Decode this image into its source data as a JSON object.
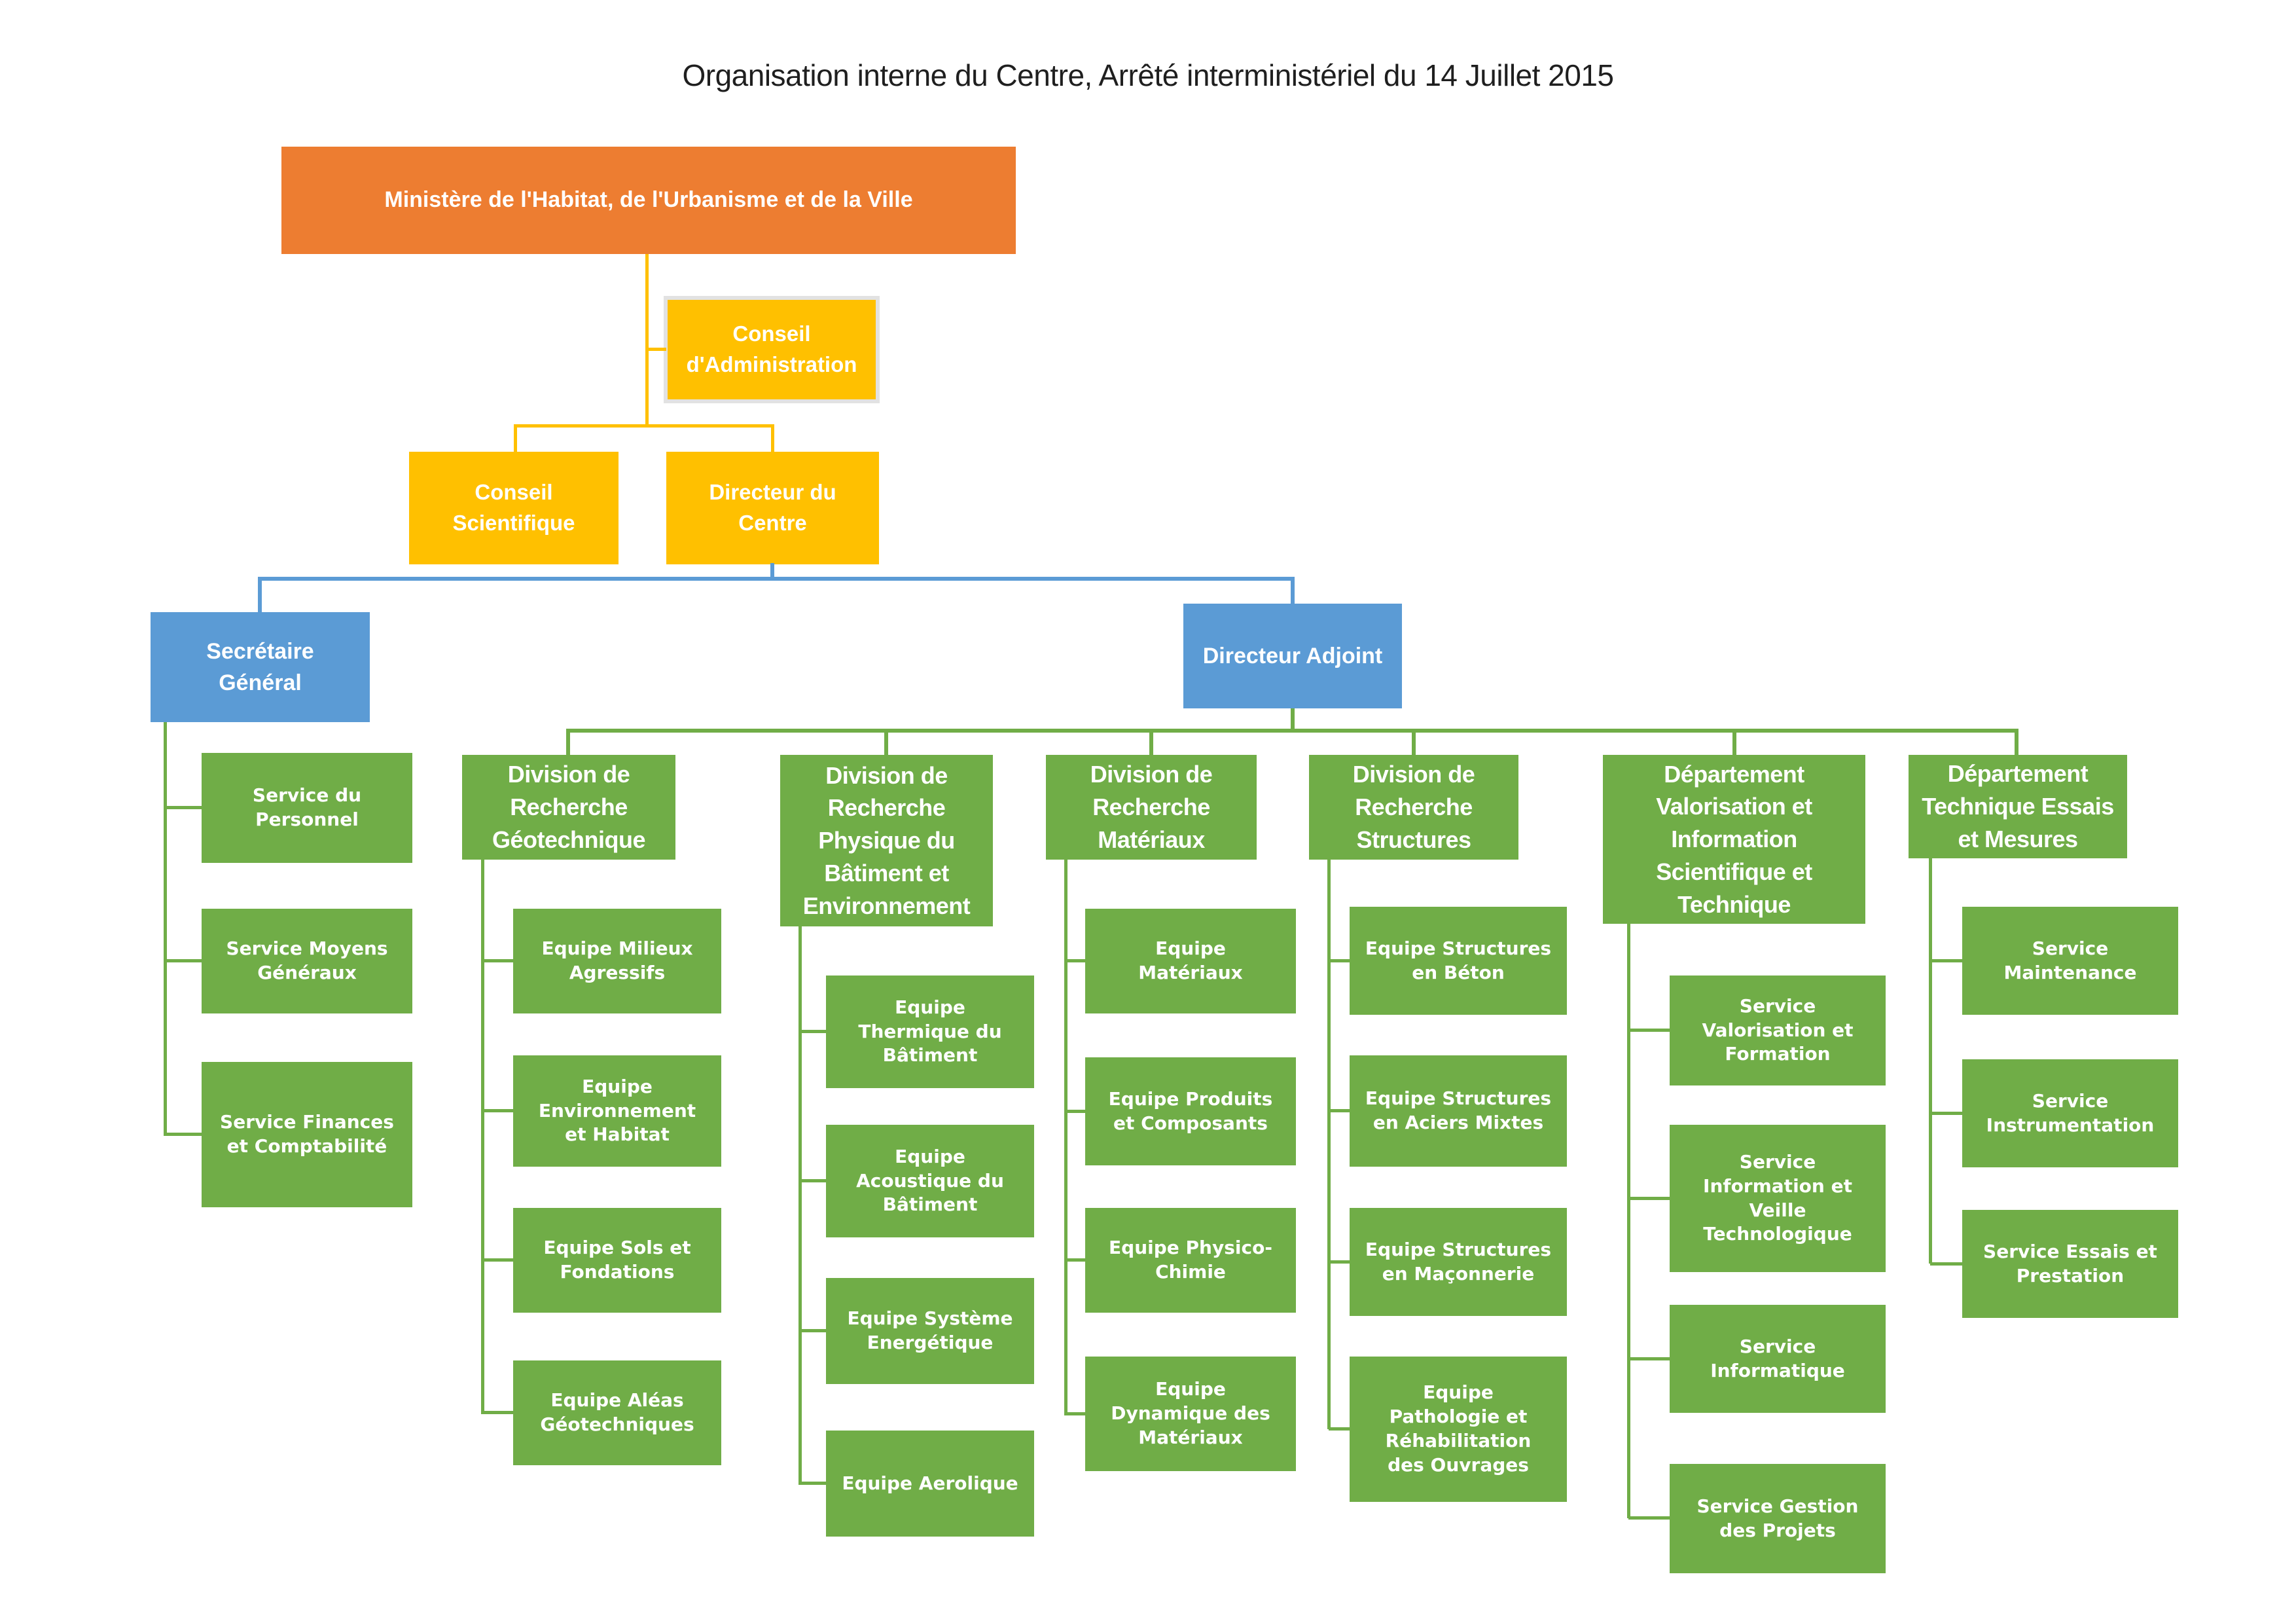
{
  "title": "Organisation interne du Centre, Arrêté interministériel du 14 Juillet 2015",
  "colors": {
    "orange": "#ED7D31",
    "yellow": "#FFC000",
    "blue": "#5B9BD5",
    "green": "#70AD47",
    "box_border_gray": "#E2E2E2"
  },
  "top": {
    "ministere": "Ministère de l'Habitat, de l'Urbanisme et de la Ville",
    "conseil_administration": "Conseil\nd'Administration",
    "conseil_scientifique": "Conseil\nScientifique",
    "directeur_centre": "Directeur du\nCentre",
    "secretaire_general": "Secrétaire\nGénéral",
    "directeur_adjoint": "Directeur Adjoint"
  },
  "secretariat_services": [
    "Service du\nPersonnel",
    "Service Moyens\nGénéraux",
    "Service Finances\net Comptabilité"
  ],
  "divisions": [
    {
      "label": "Division de\nRecherche\nGéotechnique",
      "children": [
        "Equipe Milieux\nAgressifs",
        "Equipe\nEnvironnement\net Habitat",
        "Equipe Sols et\nFondations",
        "Equipe Aléas\nGéotechniques"
      ]
    },
    {
      "label": "Division de\nRecherche\nPhysique du\nBâtiment et\nEnvironnement",
      "children": [
        "Equipe\nThermique du\nBâtiment",
        "Equipe\nAcoustique du\nBâtiment",
        "Equipe Système\nEnergétique",
        "Equipe Aerolique"
      ]
    },
    {
      "label": "Division de\nRecherche\nMatériaux",
      "children": [
        "Equipe\nMatériaux",
        "Equipe Produits\net Composants",
        "Equipe Physico-\nChimie",
        "Equipe\nDynamique des\nMatériaux"
      ]
    },
    {
      "label": "Division de\nRecherche\nStructures",
      "children": [
        "Equipe Structures\nen Béton",
        "Equipe Structures\nen Aciers Mixtes",
        "Equipe Structures\nen Maçonnerie",
        "Equipe\nPathologie et\nRéhabilitation\ndes Ouvrages"
      ]
    },
    {
      "label": "Département\nValorisation et\nInformation\nScientifique et\nTechnique",
      "children": [
        "Service\nValorisation et\nFormation",
        "Service\nInformation et\nVeille\nTechnologique",
        "Service\nInformatique",
        "Service Gestion\ndes Projets"
      ]
    },
    {
      "label": "Département\nTechnique Essais\net Mesures",
      "children": [
        "Service\nMaintenance",
        "Service\nInstrumentation",
        "Service Essais et\nPrestation"
      ]
    }
  ]
}
